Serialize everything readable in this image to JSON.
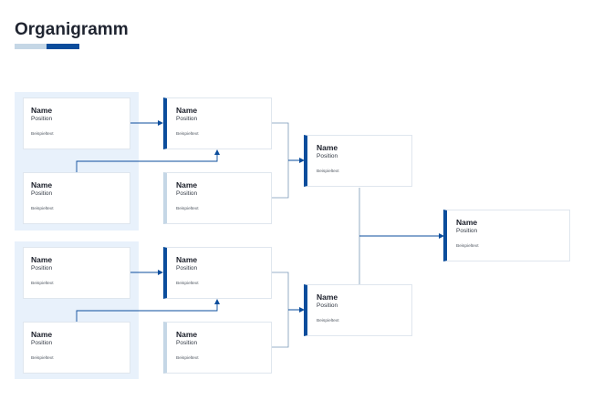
{
  "title": "Organigramm",
  "colors": {
    "accent": "#0b4d9c",
    "accent_light": "#c5d7e6",
    "group_background": "#e8f1fb",
    "connector": "#0b4d9c"
  },
  "cards": [
    {
      "name": "Name",
      "position": "Position",
      "text": "Beispieltext"
    },
    {
      "name": "Name",
      "position": "Position",
      "text": "Beispieltext"
    },
    {
      "name": "Name",
      "position": "Position",
      "text": "Beispieltext"
    },
    {
      "name": "Name",
      "position": "Position",
      "text": "Beispieltext"
    },
    {
      "name": "Name",
      "position": "Position",
      "text": "Beispieltext"
    },
    {
      "name": "Name",
      "position": "Position",
      "text": "Beispieltext"
    },
    {
      "name": "Name",
      "position": "Position",
      "text": "Beispieltext"
    },
    {
      "name": "Name",
      "position": "Position",
      "text": "Beispieltext"
    },
    {
      "name": "Name",
      "position": "Position",
      "text": "Beispieltext"
    },
    {
      "name": "Name",
      "position": "Position",
      "text": "Beispieltext"
    },
    {
      "name": "Name",
      "position": "Position",
      "text": "Beispieltext"
    }
  ]
}
